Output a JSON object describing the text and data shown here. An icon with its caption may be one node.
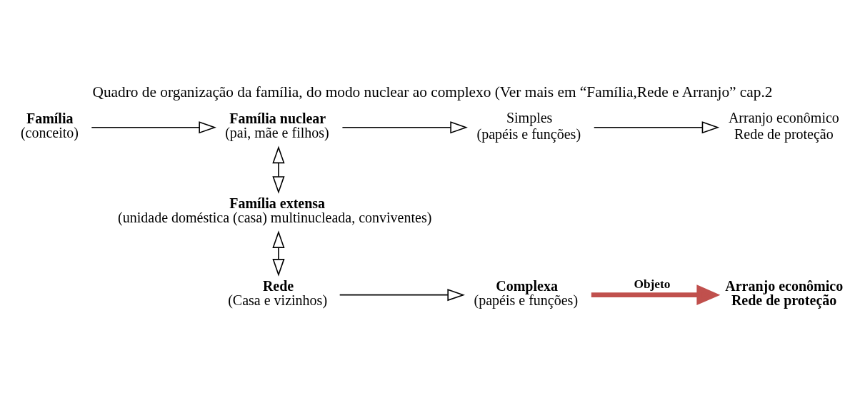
{
  "diagram": {
    "title": "Quadro de organização da família, do modo nuclear ao complexo (Ver mais em “Família,Rede e Arranjo” cap.2",
    "nodes": [
      {
        "text": [
          "Família",
          "(conceito)"
        ]
      },
      {
        "text": [
          "Família nuclear",
          "(pai, mãe e filhos)"
        ]
      },
      {
        "text": [
          "Simples",
          "(papéis e funções)"
        ]
      },
      {
        "text": [
          "Arranjo econômico",
          "Rede de proteção"
        ]
      },
      {
        "text": [
          "Família extensa",
          "(unidade doméstica (casa) multinucleada, conviventes)"
        ]
      },
      {
        "text": [
          "Rede",
          "(Casa e vizinhos)"
        ]
      },
      {
        "text": [
          "Complexa",
          "(papéis e funções)"
        ]
      },
      {
        "text": [
          "Arranjo econômico",
          "Rede de proteção"
        ]
      }
    ],
    "edges": [
      {
        "from": 0,
        "to": 1,
        "arrow": "to"
      },
      {
        "from": 1,
        "to": 2,
        "arrow": "to"
      },
      {
        "from": 2,
        "to": 3,
        "arrow": "to"
      },
      {
        "from": 1,
        "to": 4,
        "arrow": "both"
      },
      {
        "from": 4,
        "to": 5,
        "arrow": "both"
      },
      {
        "from": 5,
        "to": 6,
        "arrow": "to"
      },
      {
        "from": 6,
        "to": 7,
        "arrow": "to",
        "label": "Objeto",
        "style": "thick",
        "color": "#c0504d"
      }
    ]
  }
}
